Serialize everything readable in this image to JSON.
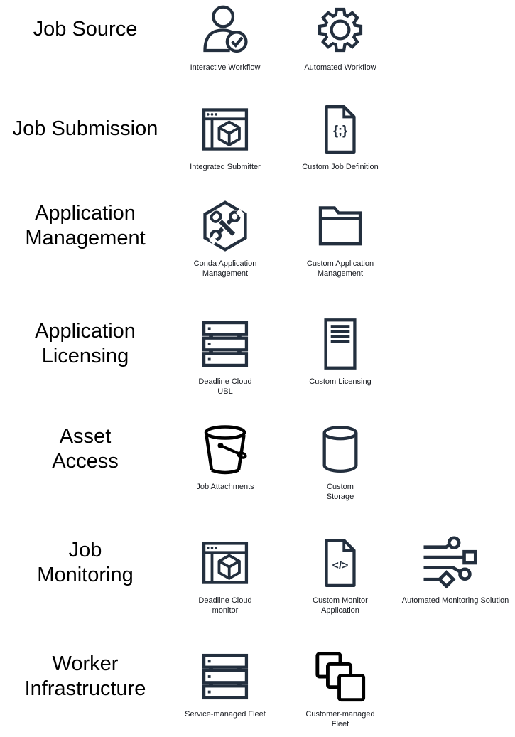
{
  "colors": {
    "background": "#ffffff",
    "icon_primary": "#232F3E",
    "icon_black": "#000000",
    "heading_text": "#000000",
    "caption_text": "#16191f"
  },
  "rows": [
    {
      "label": "Job Source",
      "items": [
        {
          "icon": "user-check-icon",
          "label": "Interactive Workflow"
        },
        {
          "icon": "gear-icon",
          "label": "Automated Workflow"
        }
      ]
    },
    {
      "label": "Job Submission",
      "items": [
        {
          "icon": "browser-cube-icon",
          "label": "Integrated Submitter"
        },
        {
          "icon": "braces-file-icon",
          "label": "Custom Job Definition"
        }
      ]
    },
    {
      "label": "Application\nManagement",
      "items": [
        {
          "icon": "hexagon-tools-icon",
          "label": "Conda Application\nManagement"
        },
        {
          "icon": "folder-icon",
          "label": "Custom Application\nManagement"
        }
      ]
    },
    {
      "label": "Application\nLicensing",
      "items": [
        {
          "icon": "server-rack-icon",
          "label": "Deadline Cloud\nUBL"
        },
        {
          "icon": "server-tower-icon",
          "label": "Custom Licensing"
        }
      ]
    },
    {
      "label": "Asset\nAccess",
      "items": [
        {
          "icon": "bucket-icon",
          "label": "Job Attachments"
        },
        {
          "icon": "cylinder-icon",
          "label": "Custom\nStorage"
        }
      ]
    },
    {
      "label": "Job\nMonitoring",
      "items": [
        {
          "icon": "browser-cube-icon",
          "label": "Deadline Cloud\nmonitor"
        },
        {
          "icon": "code-file-icon",
          "label": "Custom Monitor\nApplication"
        },
        {
          "icon": "automation-lines-icon",
          "label": "Automated Monitoring Solution"
        }
      ]
    },
    {
      "label": "Worker\nInfrastructure",
      "items": [
        {
          "icon": "server-rack-icon",
          "label": "Service-managed Fleet"
        },
        {
          "icon": "stacked-squares-icon",
          "label": "Customer-managed\nFleet"
        }
      ]
    }
  ]
}
